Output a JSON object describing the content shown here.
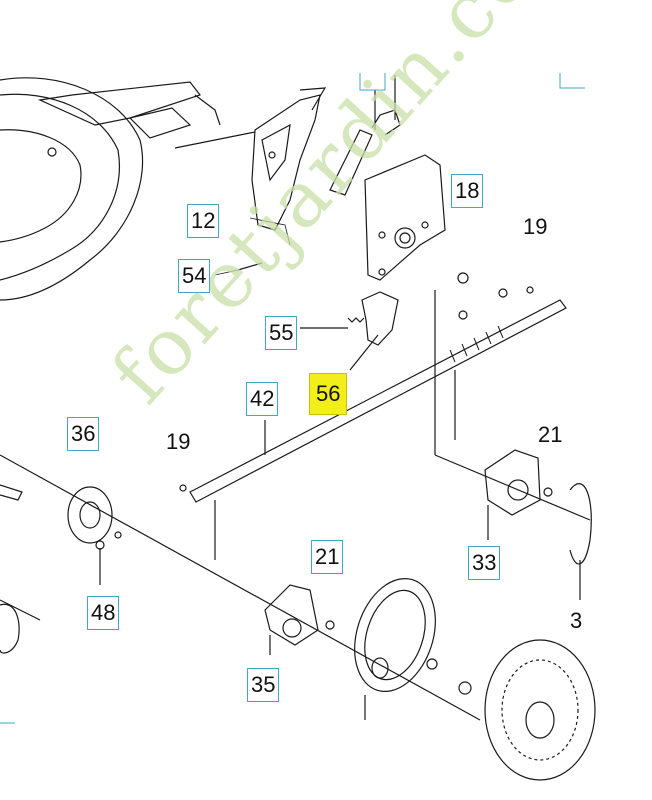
{
  "diagram": {
    "callouts": [
      {
        "id": "c12",
        "text": "12",
        "style": "boxed"
      },
      {
        "id": "c54",
        "text": "54",
        "style": "boxed"
      },
      {
        "id": "c55",
        "text": "55",
        "style": "boxed"
      },
      {
        "id": "c56",
        "text": "56",
        "style": "highlight"
      },
      {
        "id": "c42",
        "text": "42",
        "style": "boxed"
      },
      {
        "id": "c19a",
        "text": "19",
        "style": "plain"
      },
      {
        "id": "c19b",
        "text": "19",
        "style": "plain"
      },
      {
        "id": "c18",
        "text": "18",
        "style": "boxed"
      },
      {
        "id": "c36",
        "text": "36",
        "style": "boxed"
      },
      {
        "id": "c48",
        "text": "48",
        "style": "boxed"
      },
      {
        "id": "c21a",
        "text": "21",
        "style": "plain"
      },
      {
        "id": "c21b",
        "text": "21",
        "style": "boxed"
      },
      {
        "id": "c33",
        "text": "33",
        "style": "boxed"
      },
      {
        "id": "c35",
        "text": "35",
        "style": "boxed"
      },
      {
        "id": "c3",
        "text": "3",
        "style": "plain"
      }
    ],
    "highlight_color": "#f2ee1a",
    "box_border_color": "#3fa7c9"
  },
  "watermark": {
    "text": "foretjardin.com",
    "color": "#c9e0a8"
  }
}
